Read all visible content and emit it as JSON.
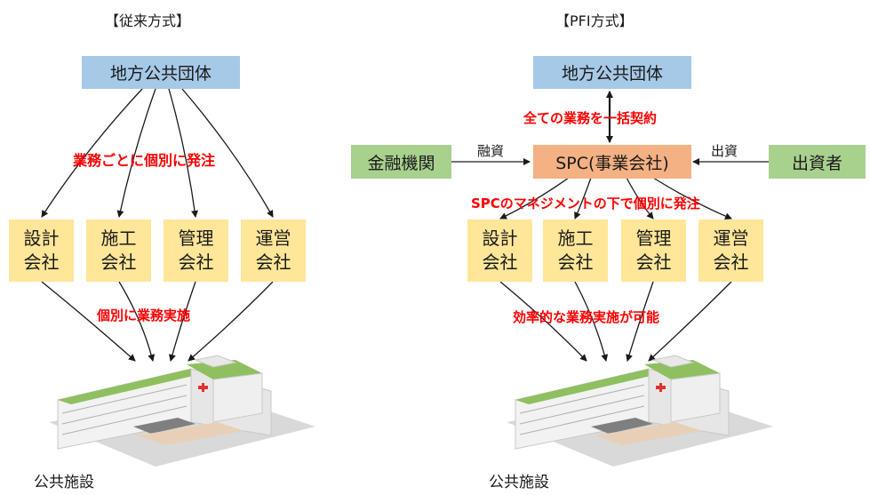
{
  "left": {
    "title": "【従来方式】",
    "top_box": "地方公共団体",
    "order_label": "業務ごとに個別に発注",
    "companies": [
      {
        "line1": "設計",
        "line2": "会社"
      },
      {
        "line1": "施工",
        "line2": "会社"
      },
      {
        "line1": "管理",
        "line2": "会社"
      },
      {
        "line1": "運営",
        "line2": "会社"
      }
    ],
    "exec_label": "個別に業務実施",
    "facility_caption": "公共施設"
  },
  "right": {
    "title": "【PFI方式】",
    "top_box": "地方公共団体",
    "contract_label": "全ての業務を一括契約",
    "spc_box": "SPC(事業会社)",
    "finance_box": "金融機関",
    "finance_label": "融資",
    "investor_box": "出資者",
    "investor_label": "出資",
    "order_label": "SPCのマネジメントの下で個別に発注",
    "companies": [
      {
        "line1": "設計",
        "line2": "会社"
      },
      {
        "line1": "施工",
        "line2": "会社"
      },
      {
        "line1": "管理",
        "line2": "会社"
      },
      {
        "line1": "運営",
        "line2": "会社"
      }
    ],
    "exec_label": "効率的な業務実施が可能",
    "facility_caption": "公共施設"
  },
  "colors": {
    "government": "#a6c9e8",
    "company": "#ffe699",
    "spc": "#f4b183",
    "finance": "#a9d18e",
    "emphasis": "#ff0000"
  }
}
